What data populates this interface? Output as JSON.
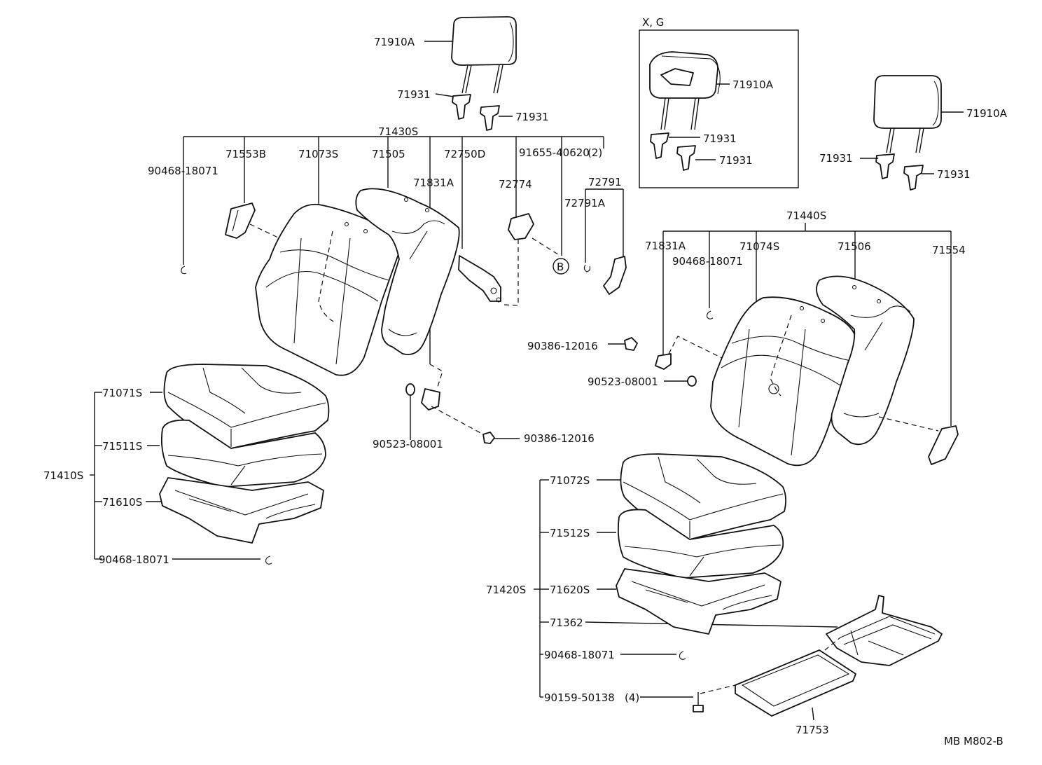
{
  "labels": {
    "hr_71910A_a": "71910A",
    "hr_71931_a1": "71931",
    "hr_71931_a2": "71931",
    "asm_71430S": "71430S",
    "p_90468_a": "90468-18071",
    "p_71553B": "71553B",
    "p_71073S": "71073S",
    "p_71505": "71505",
    "p_72750D": "72750D",
    "p_91655": "91655-40620",
    "p_91655_qty": "(2)",
    "p_71831A_a": "71831A",
    "p_72774": "72774",
    "p_72791": "72791",
    "p_72791A": "72791A",
    "callout_B": "B",
    "xg_title": "X, G",
    "hr_71910A_b": "71910A",
    "hr_71931_b1": "71931",
    "hr_71931_b2": "71931",
    "hr_71910A_c": "71910A",
    "hr_71931_c1": "71931",
    "hr_71931_c2": "71931",
    "asm_71440S": "71440S",
    "p_71831A_b": "71831A",
    "p_90468_b": "90468-18071",
    "p_71074S": "71074S",
    "p_71506": "71506",
    "p_71554": "71554",
    "p_90386_a": "90386-12016",
    "p_90523_a": "90523-08001",
    "p_71071S": "71071S",
    "p_71511S": "71511S",
    "asm_71410S": "71410S",
    "p_71610S": "71610S",
    "p_90468_c": "90468-18071",
    "p_90523_b": "90523-08001",
    "p_90386_b": "90386-12016",
    "p_71072S": "71072S",
    "p_71512S": "71512S",
    "asm_71420S": "71420S",
    "p_71620S": "71620S",
    "p_71362": "71362",
    "p_90468_d": "90468-18071",
    "p_90159": "90159-50138",
    "p_90159_qty": "(4)",
    "p_71753": "71753",
    "figure_code": "MB M802-B"
  }
}
